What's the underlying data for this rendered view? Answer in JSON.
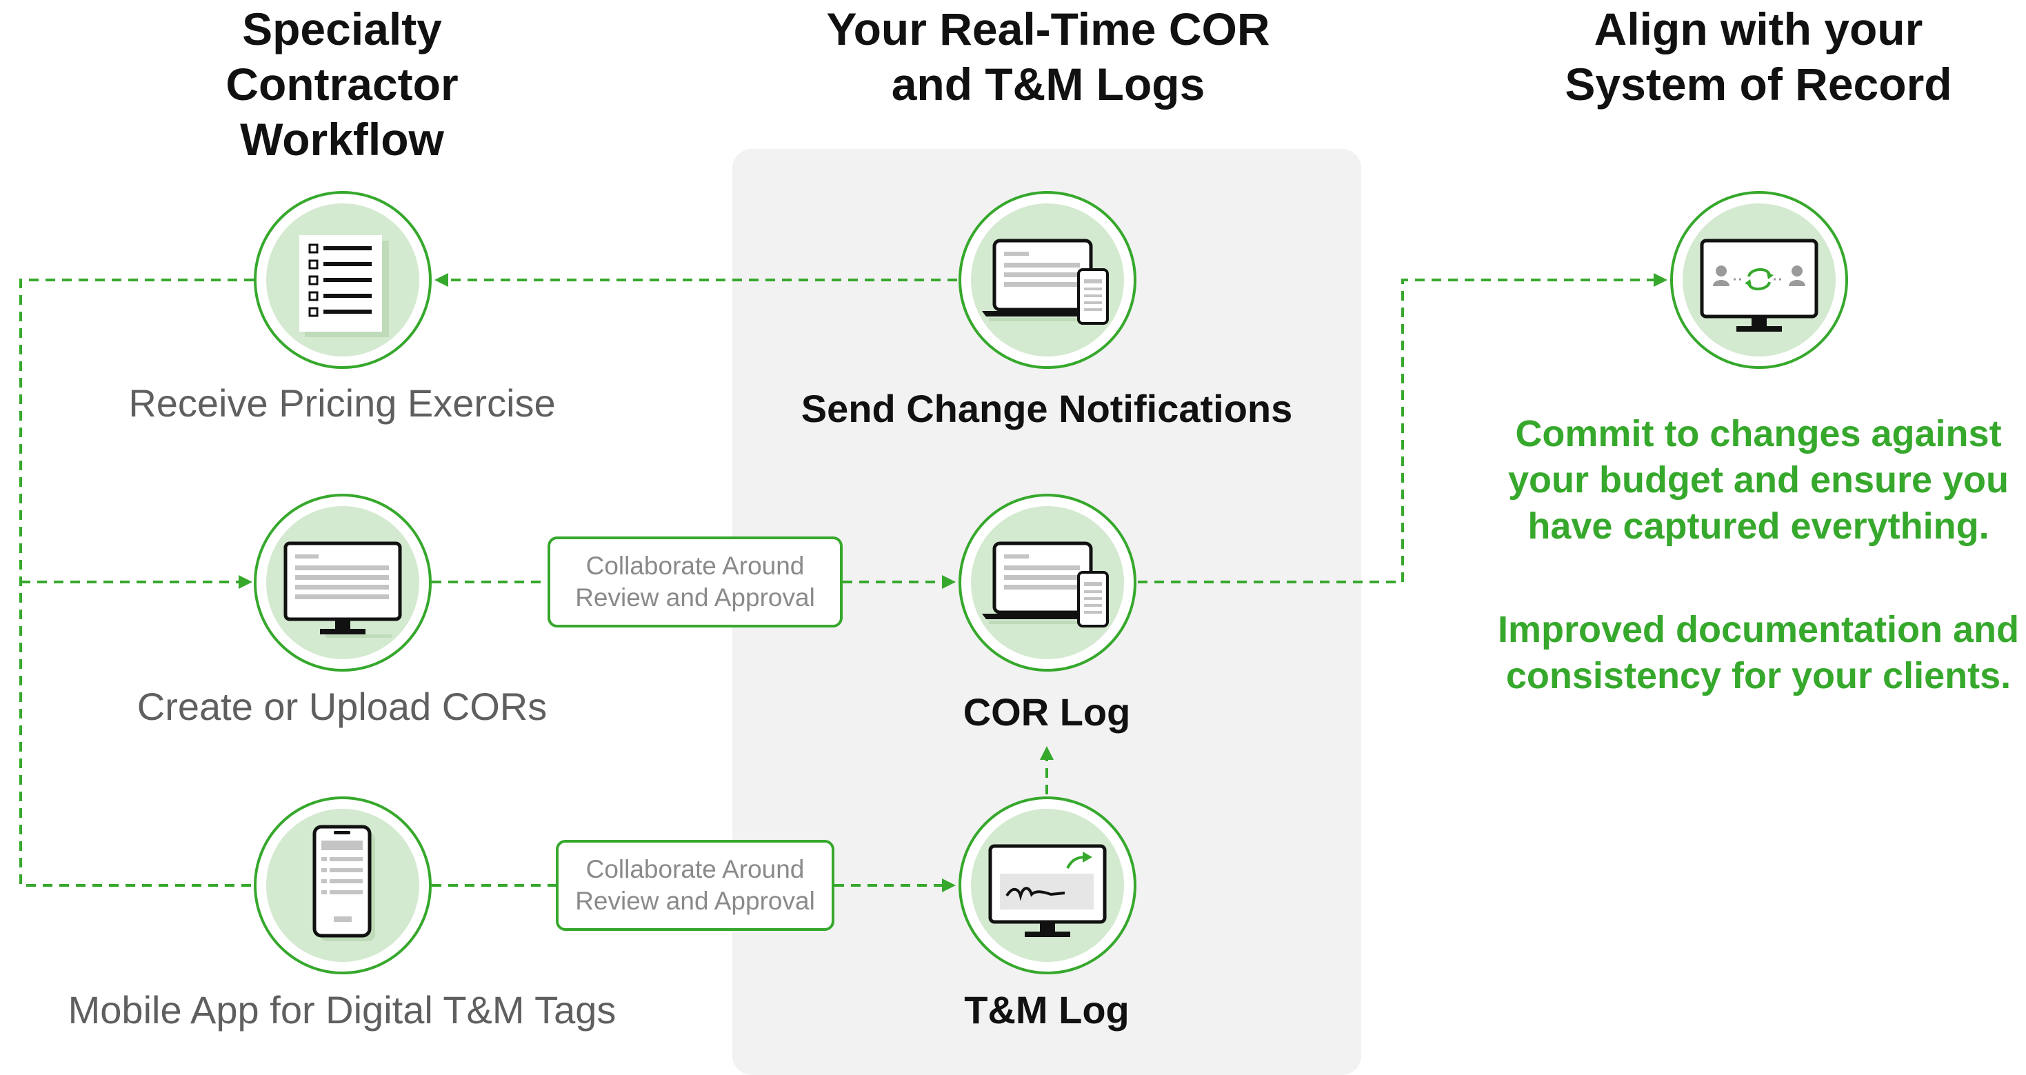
{
  "columns": {
    "left_title": [
      "Specialty",
      "Contractor",
      "Workflow"
    ],
    "middle_title": [
      "Your Real-Time COR",
      "and T&M Logs"
    ],
    "right_title": [
      "Align with your",
      "System of Record"
    ]
  },
  "nodes": {
    "receive": {
      "label": "Receive Pricing Exercise",
      "icon": "checklist-document-icon"
    },
    "create": {
      "label": "Create or Upload CORs",
      "icon": "desktop-monitor-icon"
    },
    "mobile": {
      "label": "Mobile App for Digital T&M Tags",
      "icon": "mobile-phone-icon"
    },
    "send": {
      "label": "Send Change Notifications",
      "icon": "laptop-phone-icon"
    },
    "cor_log": {
      "label": "COR Log",
      "icon": "laptop-phone-icon"
    },
    "tm_log": {
      "label": "T&M Log",
      "icon": "signature-monitor-icon"
    },
    "system": {
      "icon": "sync-users-monitor-icon"
    }
  },
  "collab_boxes": [
    {
      "line1": "Collaborate Around",
      "line2": "Review and Approval"
    },
    {
      "line1": "Collaborate Around",
      "line2": "Review and Approval"
    }
  ],
  "benefits": {
    "commit": [
      "Commit to changes against",
      "your budget and ensure you",
      "have captured everything."
    ],
    "improved": [
      "Improved documentation and",
      "consistency for your clients."
    ]
  },
  "colors": {
    "accent": "#36a82c",
    "circle_fill": "#d4ead0",
    "panel": "#f2f2f2"
  }
}
